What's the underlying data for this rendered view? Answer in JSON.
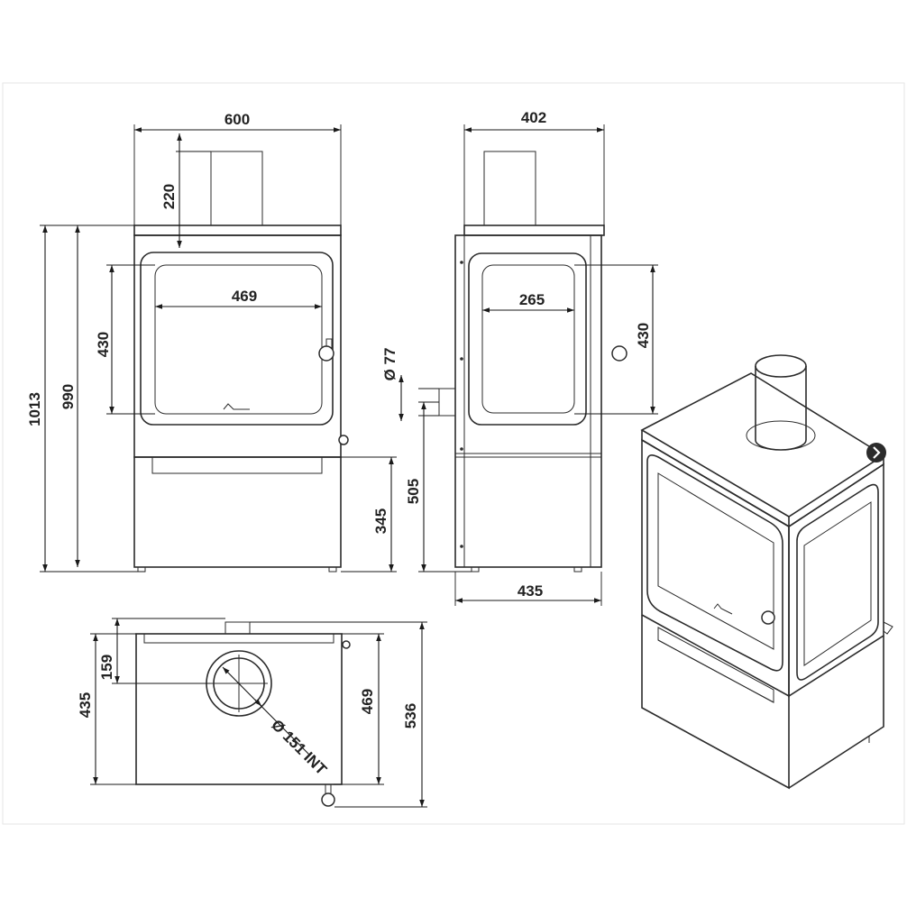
{
  "dimensions": {
    "front_width": "600",
    "flue_height": "220",
    "front_glass_width": "469",
    "front_glass_height": "430",
    "total_height": "1013",
    "body_height": "990",
    "base_height": "345",
    "side_width": "402",
    "side_glass_width": "265",
    "side_glass_height": "430",
    "rear_flue_diameter": "Ø 77",
    "rear_flue_height": "505",
    "side_depth": "435",
    "top_flue_offset": "159",
    "top_depth": "435",
    "top_depth_handle": "469",
    "top_depth_total": "536",
    "top_flue_diameter": "Ø 151 INT"
  },
  "colors": {
    "line": "#2b2b2b",
    "background": "#ffffff"
  },
  "nav": {
    "icon": "chevron-right-icon"
  }
}
